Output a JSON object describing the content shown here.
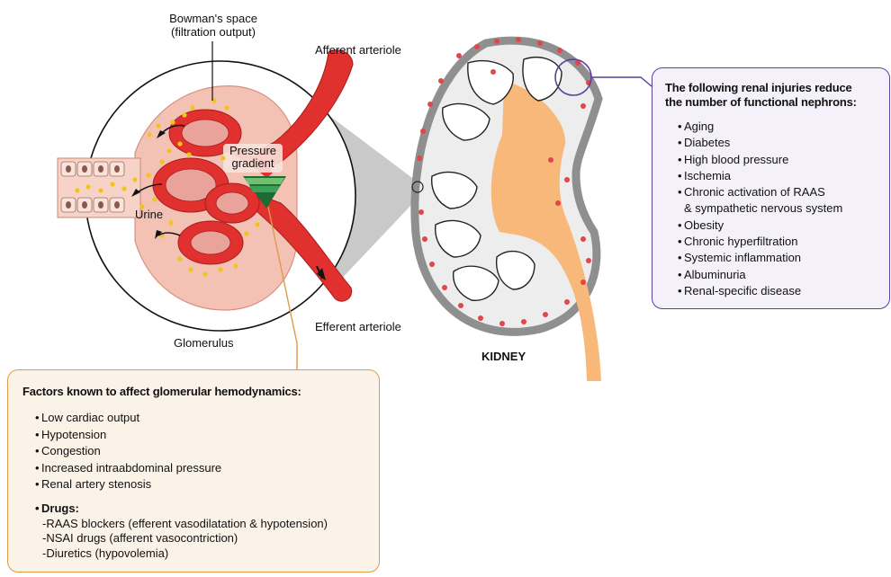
{
  "labels": {
    "bowmans_line1": "Bowman's space",
    "bowmans_line2": "(filtration output)",
    "afferent": "Afferent arteriole",
    "efferent": "Efferent arteriole",
    "pressure_line1": "Pressure",
    "pressure_line2": "gradient",
    "urine": "Urine",
    "glomerulus": "Glomerulus",
    "kidney": "KIDNEY"
  },
  "injuries_box": {
    "title_line1": "The following renal injuries reduce",
    "title_line2": "the number of functional nephrons:",
    "items": [
      "Aging",
      "Diabetes",
      "High blood pressure",
      "Ischemia",
      "Chronic activation of RAAS",
      "& sympathetic nervous system",
      "Obesity",
      "Chronic hyperfiltration",
      "Systemic inflammation",
      "Albuminuria",
      "Renal-specific disease"
    ]
  },
  "factors_box": {
    "title": "Factors known to affect glomerular hemodynamics:",
    "items": [
      "Low cardiac output",
      "Hypotension",
      "Congestion",
      "Increased intraabdominal pressure",
      "Renal artery stenosis"
    ],
    "drugs_title": "Drugs:",
    "drugs": [
      "-RAAS blockers (efferent vasodilatation & hypotension)",
      "-NSAI drugs (afferent vasocontriction)",
      "-Diuretics (hypovolemia)"
    ]
  },
  "colors": {
    "vessel_red": "#e0312f",
    "vessel_dark": "#b51f1f",
    "capsule_pink": "#f3c2b5",
    "tubule_pink": "#f6d3c6",
    "filtrate_yellow": "#f2c418",
    "pelvis_orange": "#f8b87a",
    "cortex_gray": "#9a9a9a",
    "purple_border": "#5b3f9a",
    "orange_border": "#e09a4a",
    "green_gradient": "#2f8f4a"
  }
}
